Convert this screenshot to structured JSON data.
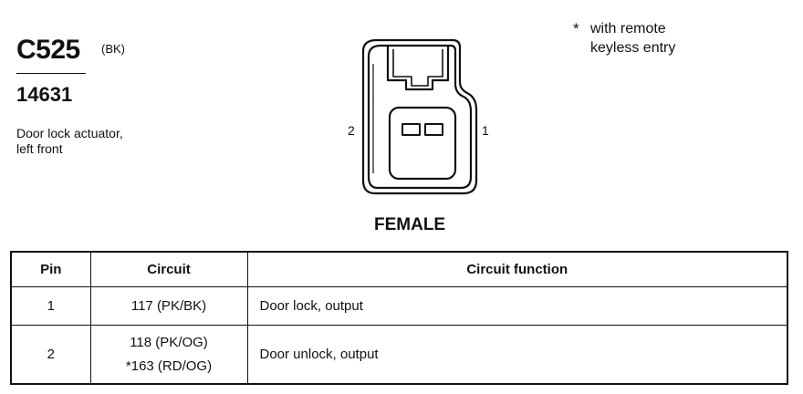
{
  "connector": {
    "id": "C525",
    "color_code": "(BK)",
    "part_number": "14631",
    "description_lines": [
      "Door lock actuator,",
      "left front"
    ],
    "gender": "FEMALE",
    "pin_labels": {
      "left": "2",
      "right": "1"
    }
  },
  "footnote": {
    "marker": "*",
    "lines": [
      "with remote",
      "keyless entry"
    ]
  },
  "table": {
    "headers": {
      "pin": "Pin",
      "circuit": "Circuit",
      "function": "Circuit function"
    },
    "rows": [
      {
        "pin": "1",
        "circuits": [
          "117 (PK/BK)"
        ],
        "function": "Door lock, output"
      },
      {
        "pin": "2",
        "circuits": [
          "118 (PK/OG)",
          "*163 (RD/OG)"
        ],
        "function": "Door unlock, output"
      }
    ]
  }
}
